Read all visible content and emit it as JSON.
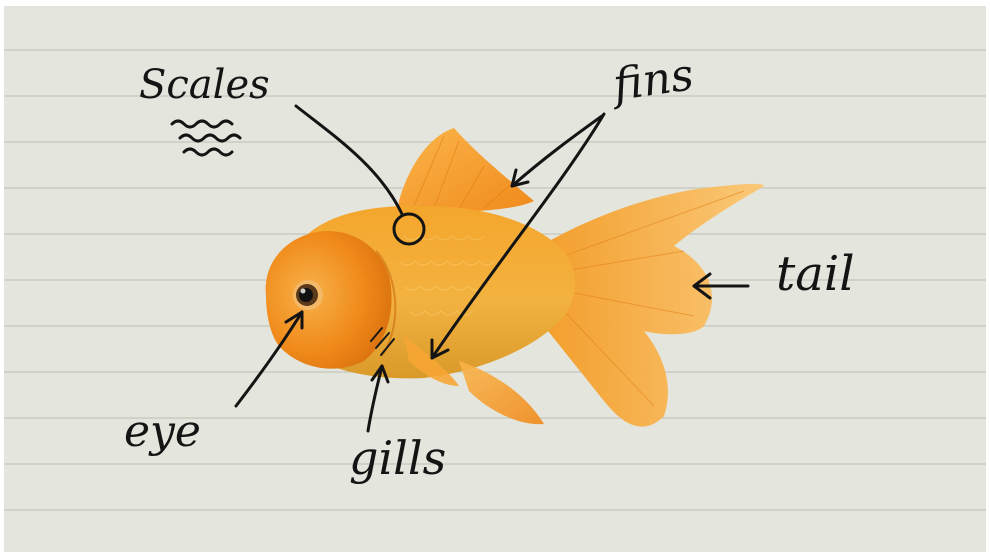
{
  "diagram": {
    "subject": "goldfish",
    "labels": {
      "scales": "Scales",
      "fins": "fins",
      "tail": "tail",
      "eye": "eye",
      "gills": "gills"
    }
  },
  "colors": {
    "paper": "#e4e5dd",
    "rule_lines": "#c9ccc4",
    "ink": "#141414",
    "fish_orange": "#f39a1f",
    "fish_gold": "#f6c24a"
  }
}
